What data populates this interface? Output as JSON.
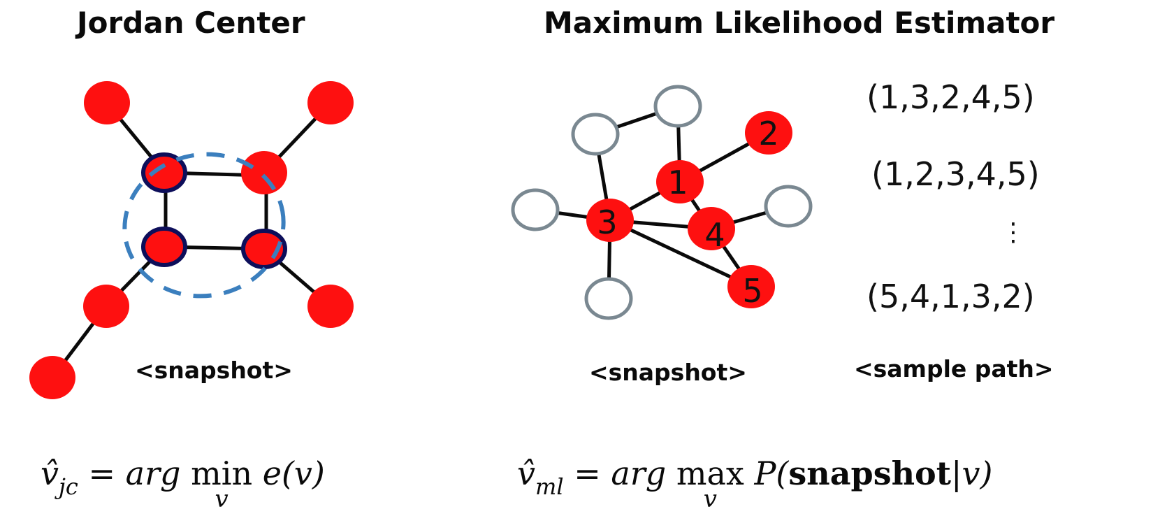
{
  "left_panel": {
    "title": "Jordan Center",
    "caption": "<snapshot>",
    "formula": {
      "lhs": "v̂",
      "lhs_sub": "jc",
      "eq": " = ",
      "arg": "arg ",
      "op": "min",
      "op_under": "v",
      "rhs": " e(v)"
    },
    "colors": {
      "infected": "#fe1010",
      "center_border": "#0d0e5a",
      "dashed_circle": "#3b7fbe",
      "edge": "#0a0a0a"
    }
  },
  "right_panel": {
    "title": "Maximum Likelihood Estimator",
    "caption_snapshot": "<snapshot>",
    "caption_paths": "<sample path>",
    "sample_paths": [
      "(1,3,2,4,5)",
      "(1,2,3,4,5)",
      "⋮",
      "(5,4,1,3,2)"
    ],
    "node_labels": [
      "1",
      "2",
      "3",
      "4",
      "5"
    ],
    "formula": {
      "lhs": "v̂",
      "lhs_sub": "ml",
      "eq": " = ",
      "arg": "arg ",
      "op": "max",
      "op_under": "v",
      "p": " P(",
      "bold": "snapshot",
      "rest": "|v)"
    },
    "colors": {
      "infected": "#fe1010",
      "uninfected_border": "#7a8891",
      "edge": "#0a0a0a"
    }
  }
}
